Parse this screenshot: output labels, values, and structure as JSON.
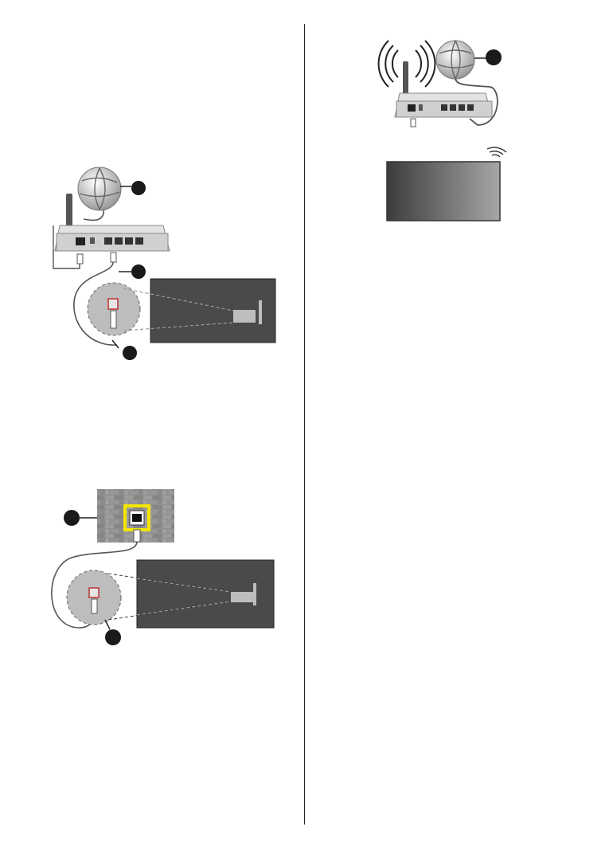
{
  "page": {
    "columns": 2
  },
  "figures": [
    {
      "id": "wired-router-to-tv",
      "icons": [
        "globe-icon",
        "router-icon",
        "ethernet-plug-icon",
        "tv-screen"
      ]
    },
    {
      "id": "wall-socket-to-tv",
      "icons": [
        "wall-socket-icon",
        "ethernet-plug-icon",
        "tv-screen"
      ]
    },
    {
      "id": "wireless-router-to-tv",
      "icons": [
        "wifi-waves-icon",
        "globe-icon",
        "router-icon",
        "tv-screen"
      ]
    }
  ],
  "colors": {
    "screen": "#4a4a4a",
    "router_body": "#d4d4d4",
    "brick": "#8e8e8e",
    "highlight": "#f2e600"
  }
}
